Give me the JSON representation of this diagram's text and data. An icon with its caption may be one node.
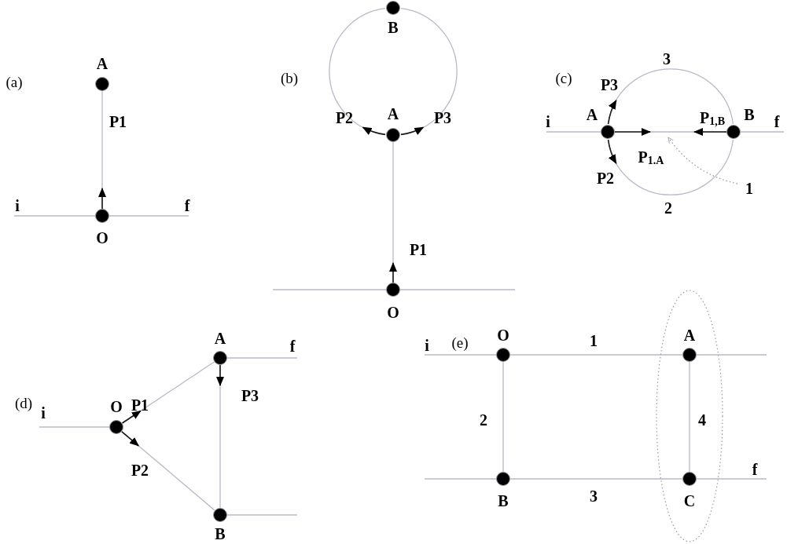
{
  "diagram": {
    "nodes": [
      {
        "text": [
          "A"
        ]
      },
      {
        "text": [
          "i"
        ]
      },
      {
        "text": [
          "O"
        ]
      },
      {
        "text": [
          "f"
        ]
      },
      {
        "text": [
          "B"
        ]
      },
      {
        "text": [
          "A"
        ]
      },
      {
        "text": [
          "O"
        ]
      },
      {
        "text": [
          "i"
        ]
      },
      {
        "text": [
          "A"
        ]
      },
      {
        "text": [
          "B"
        ]
      },
      {
        "text": [
          "f"
        ]
      },
      {
        "text": [
          "1"
        ]
      },
      {
        "text": [
          "A"
        ]
      },
      {
        "text": [
          "f"
        ]
      },
      {
        "text": [
          "i"
        ]
      },
      {
        "text": [
          "O"
        ]
      },
      {
        "text": [
          "B"
        ]
      },
      {
        "text": [
          "i"
        ]
      },
      {
        "text": [
          "O"
        ]
      },
      {
        "text": [],
        "shape": "ellipse"
      },
      {
        "text": [
          "A"
        ],
        "in": 19
      },
      {
        "text": [
          "B"
        ]
      },
      {
        "text": [
          "C"
        ],
        "in": 19
      },
      {
        "text": [
          "f"
        ]
      }
    ],
    "edges": [
      {
        "from": 1,
        "to": 2,
        "arrow": "none"
      },
      {
        "from": 2,
        "to": 3,
        "arrow": "none"
      },
      {
        "from": 2,
        "to": 0,
        "arrow": "none",
        "label": "P1"
      },
      {
        "from": 2,
        "to": null,
        "arrow": "to",
        "color": "#1a1a1a"
      },
      {
        "from": null,
        "to": 6,
        "arrow": "none"
      },
      {
        "from": 6,
        "to": null,
        "arrow": "none"
      },
      {
        "from": 6,
        "to": 5,
        "arrow": "none"
      },
      {
        "from": 6,
        "to": null,
        "arrow": "to",
        "label": "P1",
        "color": "#1a1a1a"
      },
      {
        "from": 5,
        "to": 4,
        "arrow": "none"
      },
      {
        "from": 5,
        "to": 4,
        "arrow": "none"
      },
      {
        "from": 5,
        "to": null,
        "arrow": "to",
        "label": "P2",
        "color": "#1a1a1a"
      },
      {
        "from": 5,
        "to": null,
        "arrow": "to",
        "label": "P3",
        "color": "#1a1a1a"
      },
      {
        "from": 7,
        "to": 8,
        "arrow": "none"
      },
      {
        "from": 9,
        "to": 10,
        "arrow": "none"
      },
      {
        "from": 8,
        "to": 9,
        "arrow": "none"
      },
      {
        "from": 8,
        "to": 9,
        "arrow": "none"
      },
      {
        "from": 8,
        "to": 9,
        "arrow": "none"
      },
      {
        "from": 8,
        "to": null,
        "arrow": "to",
        "label": "P3",
        "color": "#1a1a1a"
      },
      {
        "from": 8,
        "to": null,
        "arrow": "to",
        "label": "P2",
        "color": "#1a1a1a"
      },
      {
        "from": 8,
        "to": null,
        "arrow": "to",
        "label": "P$_{1.A}$",
        "color": "#1a1a1a"
      },
      {
        "from": 9,
        "to": null,
        "arrow": "to",
        "label": "P$_{1,B}$",
        "color": "#1a1a1a"
      },
      {
        "from": 11,
        "to": null,
        "arrow": "to",
        "style": "dashed",
        "color": "#9a9aa8"
      },
      {
        "from": 14,
        "to": 15,
        "arrow": "none"
      },
      {
        "from": 15,
        "to": 12,
        "arrow": "none"
      },
      {
        "from": 15,
        "to": 16,
        "arrow": "none"
      },
      {
        "from": 12,
        "to": 16,
        "arrow": "none"
      },
      {
        "from": 15,
        "to": null,
        "arrow": "to",
        "label": "P1",
        "color": "#1a1a1a"
      },
      {
        "from": 15,
        "to": null,
        "arrow": "to",
        "label": "P2",
        "color": "#1a1a1a"
      },
      {
        "from": 12,
        "to": null,
        "arrow": "to",
        "label": "P3",
        "color": "#1a1a1a"
      },
      {
        "from": 12,
        "to": 13,
        "arrow": "none"
      },
      {
        "from": 16,
        "to": null,
        "arrow": "none"
      },
      {
        "from": 17,
        "to": 18,
        "arrow": "none"
      },
      {
        "from": 18,
        "to": 20,
        "arrow": "none",
        "label": "1"
      },
      {
        "from": 20,
        "to": null,
        "arrow": "none"
      },
      {
        "from": 18,
        "to": 21,
        "arrow": "none",
        "label": "2"
      },
      {
        "from": null,
        "to": 21,
        "arrow": "none"
      },
      {
        "from": 21,
        "to": 22,
        "arrow": "none",
        "label": "3"
      },
      {
        "from": 22,
        "to": 23,
        "arrow": "none"
      },
      {
        "from": 20,
        "to": 22,
        "arrow": "none",
        "label": "4"
      }
    ],
    "labels": [
      "(a)",
      "(b)",
      "(c)",
      "(d)",
      "(e)",
      "3",
      "2"
    ]
  }
}
